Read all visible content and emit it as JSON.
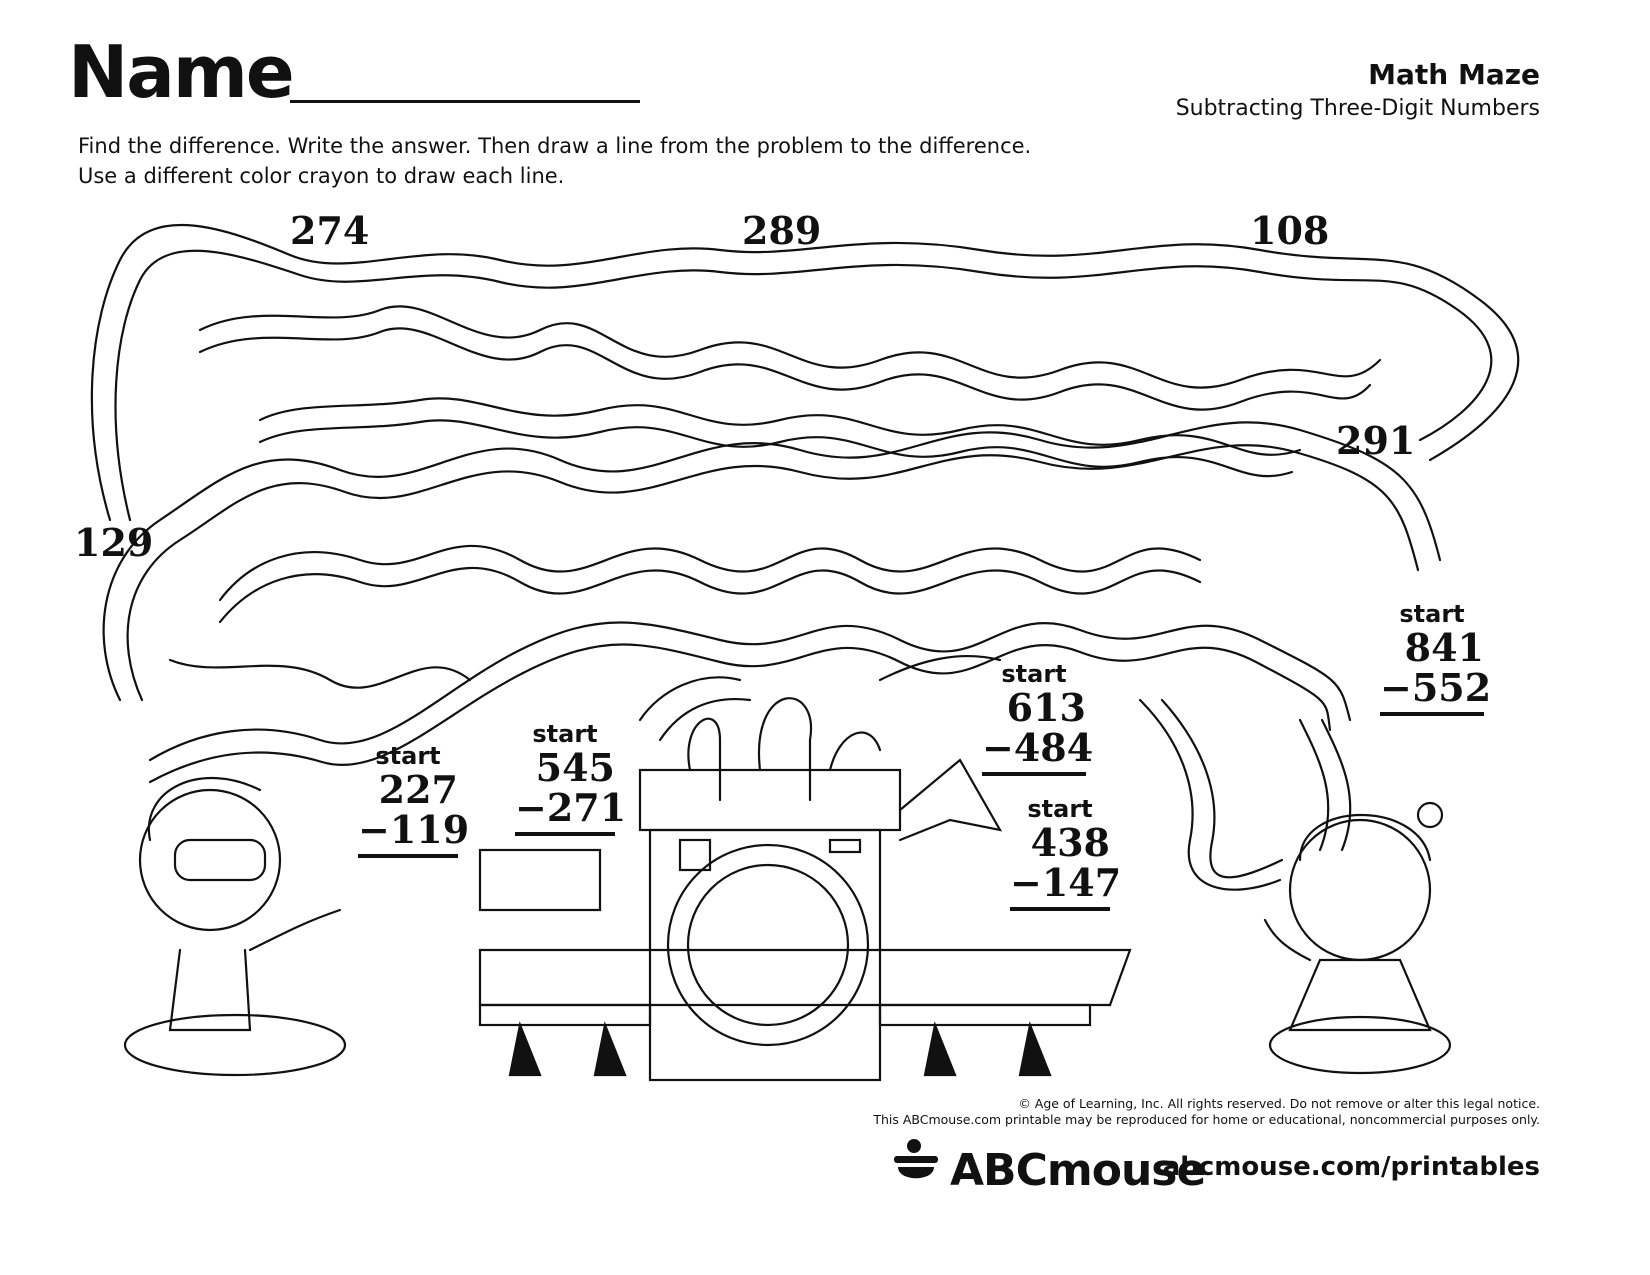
{
  "header": {
    "name_label": "Name",
    "title": "Math Maze",
    "subtitle": "Subtracting Three-Digit Numbers"
  },
  "instructions": [
    "Find the difference. Write the answer. Then draw a line from the problem to the difference.",
    "Use a different color crayon to draw each line."
  ],
  "answers": [
    "274",
    "289",
    "108",
    "291",
    "129"
  ],
  "problems": [
    {
      "start": "start",
      "top": "227",
      "bottom": "−119"
    },
    {
      "start": "start",
      "top": "545",
      "bottom": "−271"
    },
    {
      "start": "start",
      "top": "613",
      "bottom": "−484"
    },
    {
      "start": "start",
      "top": "438",
      "bottom": "−147"
    },
    {
      "start": "start",
      "top": "841",
      "bottom": "−552"
    }
  ],
  "footer": {
    "legal_line1": "© Age of Learning, Inc. All rights reserved. Do not remove or alter this legal notice.",
    "legal_line2": "This ABCmouse.com printable may be reproduced for home or educational, noncommercial purposes only.",
    "brand": "ABCmouse",
    "url": "abcmouse.com/printables"
  }
}
